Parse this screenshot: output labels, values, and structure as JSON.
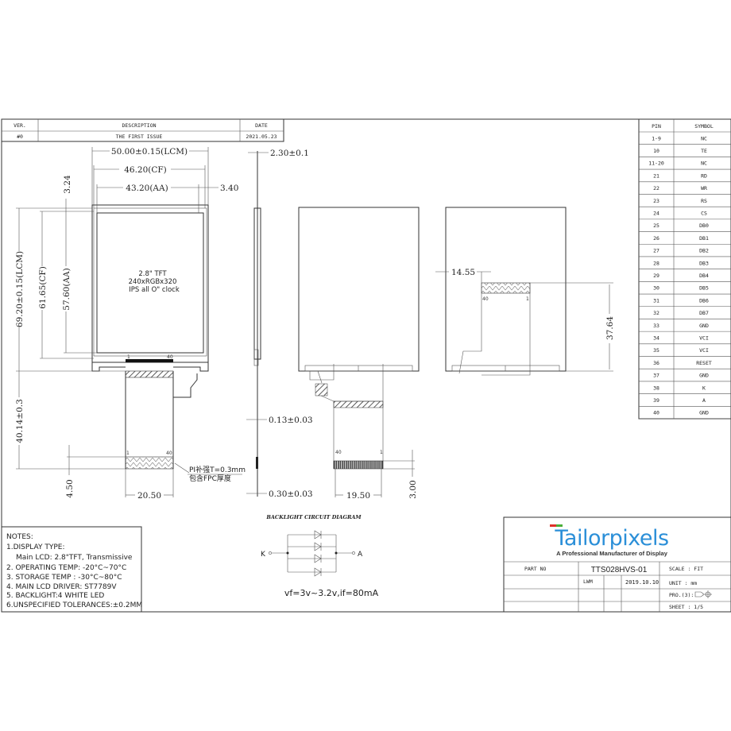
{
  "revision_table": {
    "headers": [
      "VER.",
      "DESCRIPTION",
      "DATE"
    ],
    "rows": [
      [
        "#0",
        "THE FIRST ISSUE",
        "2021.05.23"
      ]
    ]
  },
  "front_view": {
    "lcd_text": [
      "2.8\" TFT",
      "240xRGBx320",
      "IPS all O\" clock"
    ],
    "dims": {
      "lcm_width": "50.00±0.15(LCM)",
      "cf_width": "46.20(CF)",
      "aa_width": "43.20(AA)",
      "right_offset": "3.40",
      "top_offset": "3.24",
      "lcm_height": "69.20±0.15(LCM)",
      "cf_height": "61.65(CF)",
      "aa_height": "57.60(AA)",
      "fpc_length": "40.14±0.3",
      "stiffener_len": "4.50",
      "fpc_width": "20.50"
    },
    "pin_first": "1",
    "pin_last": "40",
    "stiffener_note": [
      "PI补强T=0.3mm",
      "包含FPC厚度"
    ]
  },
  "side_view": {
    "thickness": "2.30±0.1",
    "fpc_thickness": "0.13±0.03",
    "stiffener_thickness": "0.30±0.03"
  },
  "back_view": {
    "fpc_width": "19.50",
    "gold_finger_len": "3.00",
    "pin_left": "40",
    "pin_right": "1"
  },
  "back_view_2": {
    "fpc_offset": "14.55",
    "fpc_height": "37.64",
    "pin_left": "40",
    "pin_right": "1"
  },
  "backlight": {
    "title": "BACKLIGHT CIRCUIT DIAGRAM",
    "cathode": "K",
    "anode": "A",
    "spec": "vf=3v~3.2v,if=80mA",
    "led_count": 4
  },
  "pin_table": {
    "headers": [
      "PIN",
      "SYMBOL"
    ],
    "rows": [
      [
        "1-9",
        "NC"
      ],
      [
        "10",
        "TE"
      ],
      [
        "11-20",
        "NC"
      ],
      [
        "21",
        "RD"
      ],
      [
        "22",
        "WR"
      ],
      [
        "23",
        "RS"
      ],
      [
        "24",
        "CS"
      ],
      [
        "25",
        "DB0"
      ],
      [
        "26",
        "DB1"
      ],
      [
        "27",
        "DB2"
      ],
      [
        "28",
        "DB3"
      ],
      [
        "29",
        "DB4"
      ],
      [
        "30",
        "DB5"
      ],
      [
        "31",
        "DB6"
      ],
      [
        "32",
        "DB7"
      ],
      [
        "33",
        "GND"
      ],
      [
        "34",
        "VCI"
      ],
      [
        "35",
        "VCI"
      ],
      [
        "36",
        "RESET"
      ],
      [
        "37",
        "GND"
      ],
      [
        "38",
        "K"
      ],
      [
        "39",
        "A"
      ],
      [
        "40",
        "GND"
      ]
    ]
  },
  "notes": {
    "title": "NOTES:",
    "items": [
      "1.DISPLAY TYPE:",
      "Main LCD: 2.8\"TFT, Transmissive",
      "2. OPERATING TEMP: -20°C~70°C",
      "3. STORAGE TEMP : -30°C~80°C",
      "4. MAIN LCD DRIVER: ST7789V",
      "5. BACKLIGHT:4 WHITE LED",
      "6.UNSPECIFIED TOLERANCES:±0.2MM"
    ]
  },
  "title_block": {
    "logo_text": "Tailorpixels",
    "tagline": "A Professional Manufacturer of Display",
    "part_no_label": "PART NO",
    "part_no": "TTS028HVS-01",
    "scale": "SCALE : FIT",
    "drawn_by": "LWM",
    "date": "2019.10.10",
    "unit": "UNIT : mm",
    "projection": "PRO.(3):",
    "sheet": "SHEET : 1/5",
    "colors": {
      "logo_blue": "#2b8fd8",
      "logo_red": "#e0302a",
      "logo_green": "#4caf3a"
    }
  }
}
